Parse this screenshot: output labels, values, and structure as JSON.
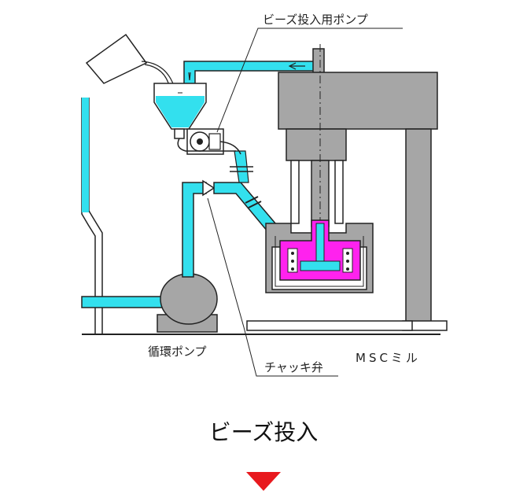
{
  "labels": {
    "bead_pump": "ビーズ投入用ポンプ",
    "circulation_pump": "循環ポンプ",
    "mill": "MSCミル",
    "check_valve": "チャッキ弁"
  },
  "caption": "ビーズ投入",
  "colors": {
    "liquid": "#33e0ee",
    "product": "#ff22ee",
    "metal": "#a6a6a6",
    "line": "#222222",
    "indicator": "#e8191e"
  }
}
